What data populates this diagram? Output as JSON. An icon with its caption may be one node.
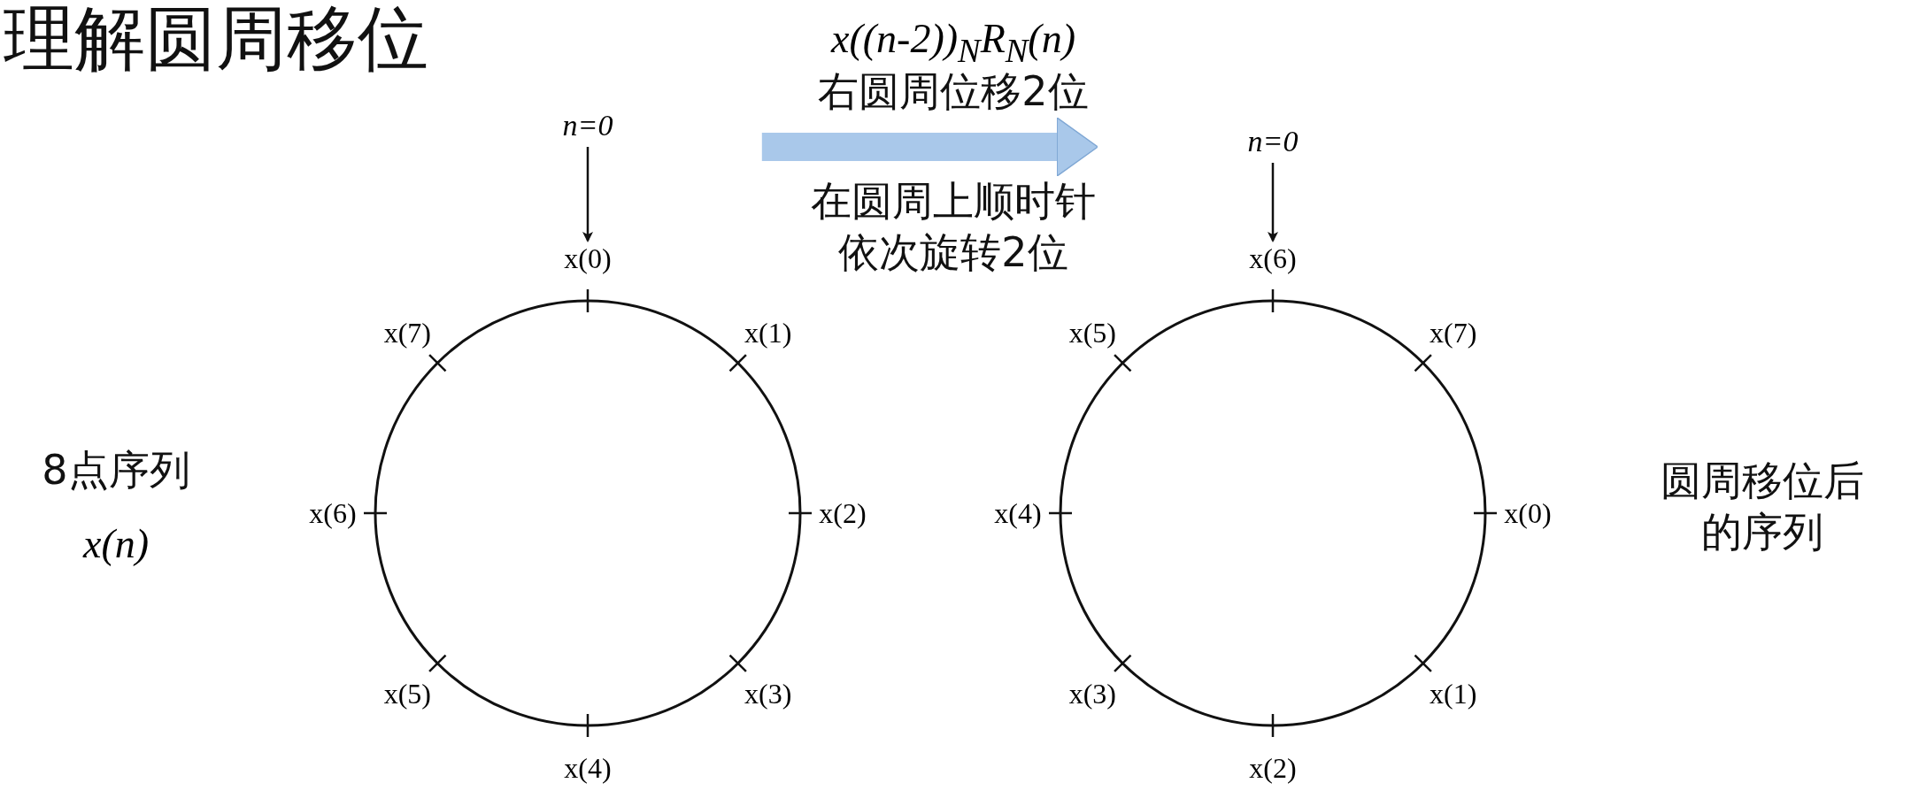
{
  "diagram": {
    "title": "理解圆周移位",
    "nodes": [
      {
        "text": [
          "n=0"
        ]
      },
      {
        "text": [],
        "shape": "circle",
        "beside": [
          "x(0)",
          "x(1)",
          "x(2)",
          "x(3)",
          "x(4)",
          "x(5)",
          "x(6)",
          "x(7)"
        ]
      },
      {
        "text": [
          "n=0"
        ]
      },
      {
        "text": [],
        "shape": "circle",
        "beside": [
          "x(6)",
          "x(7)",
          "x(0)",
          "x(1)",
          "x(2)",
          "x(3)",
          "x(4)",
          "x(5)"
        ]
      }
    ],
    "edges": [
      {
        "from": 0,
        "to": 1,
        "arrow": "to"
      },
      {
        "from": 2,
        "to": 3,
        "arrow": "to"
      },
      {
        "from": 1,
        "to": 3,
        "arrow": "to",
        "label": "右圆周位移2位",
        "style": "thick",
        "color": "#a9c8ea"
      }
    ],
    "labels": [
      "x((n-2))$_{N}$R$_{N}$(n)",
      "在圆周上顺时针依次旋转2位",
      "8点序列",
      "x(n)",
      "圆周移位后的序列"
    ]
  }
}
